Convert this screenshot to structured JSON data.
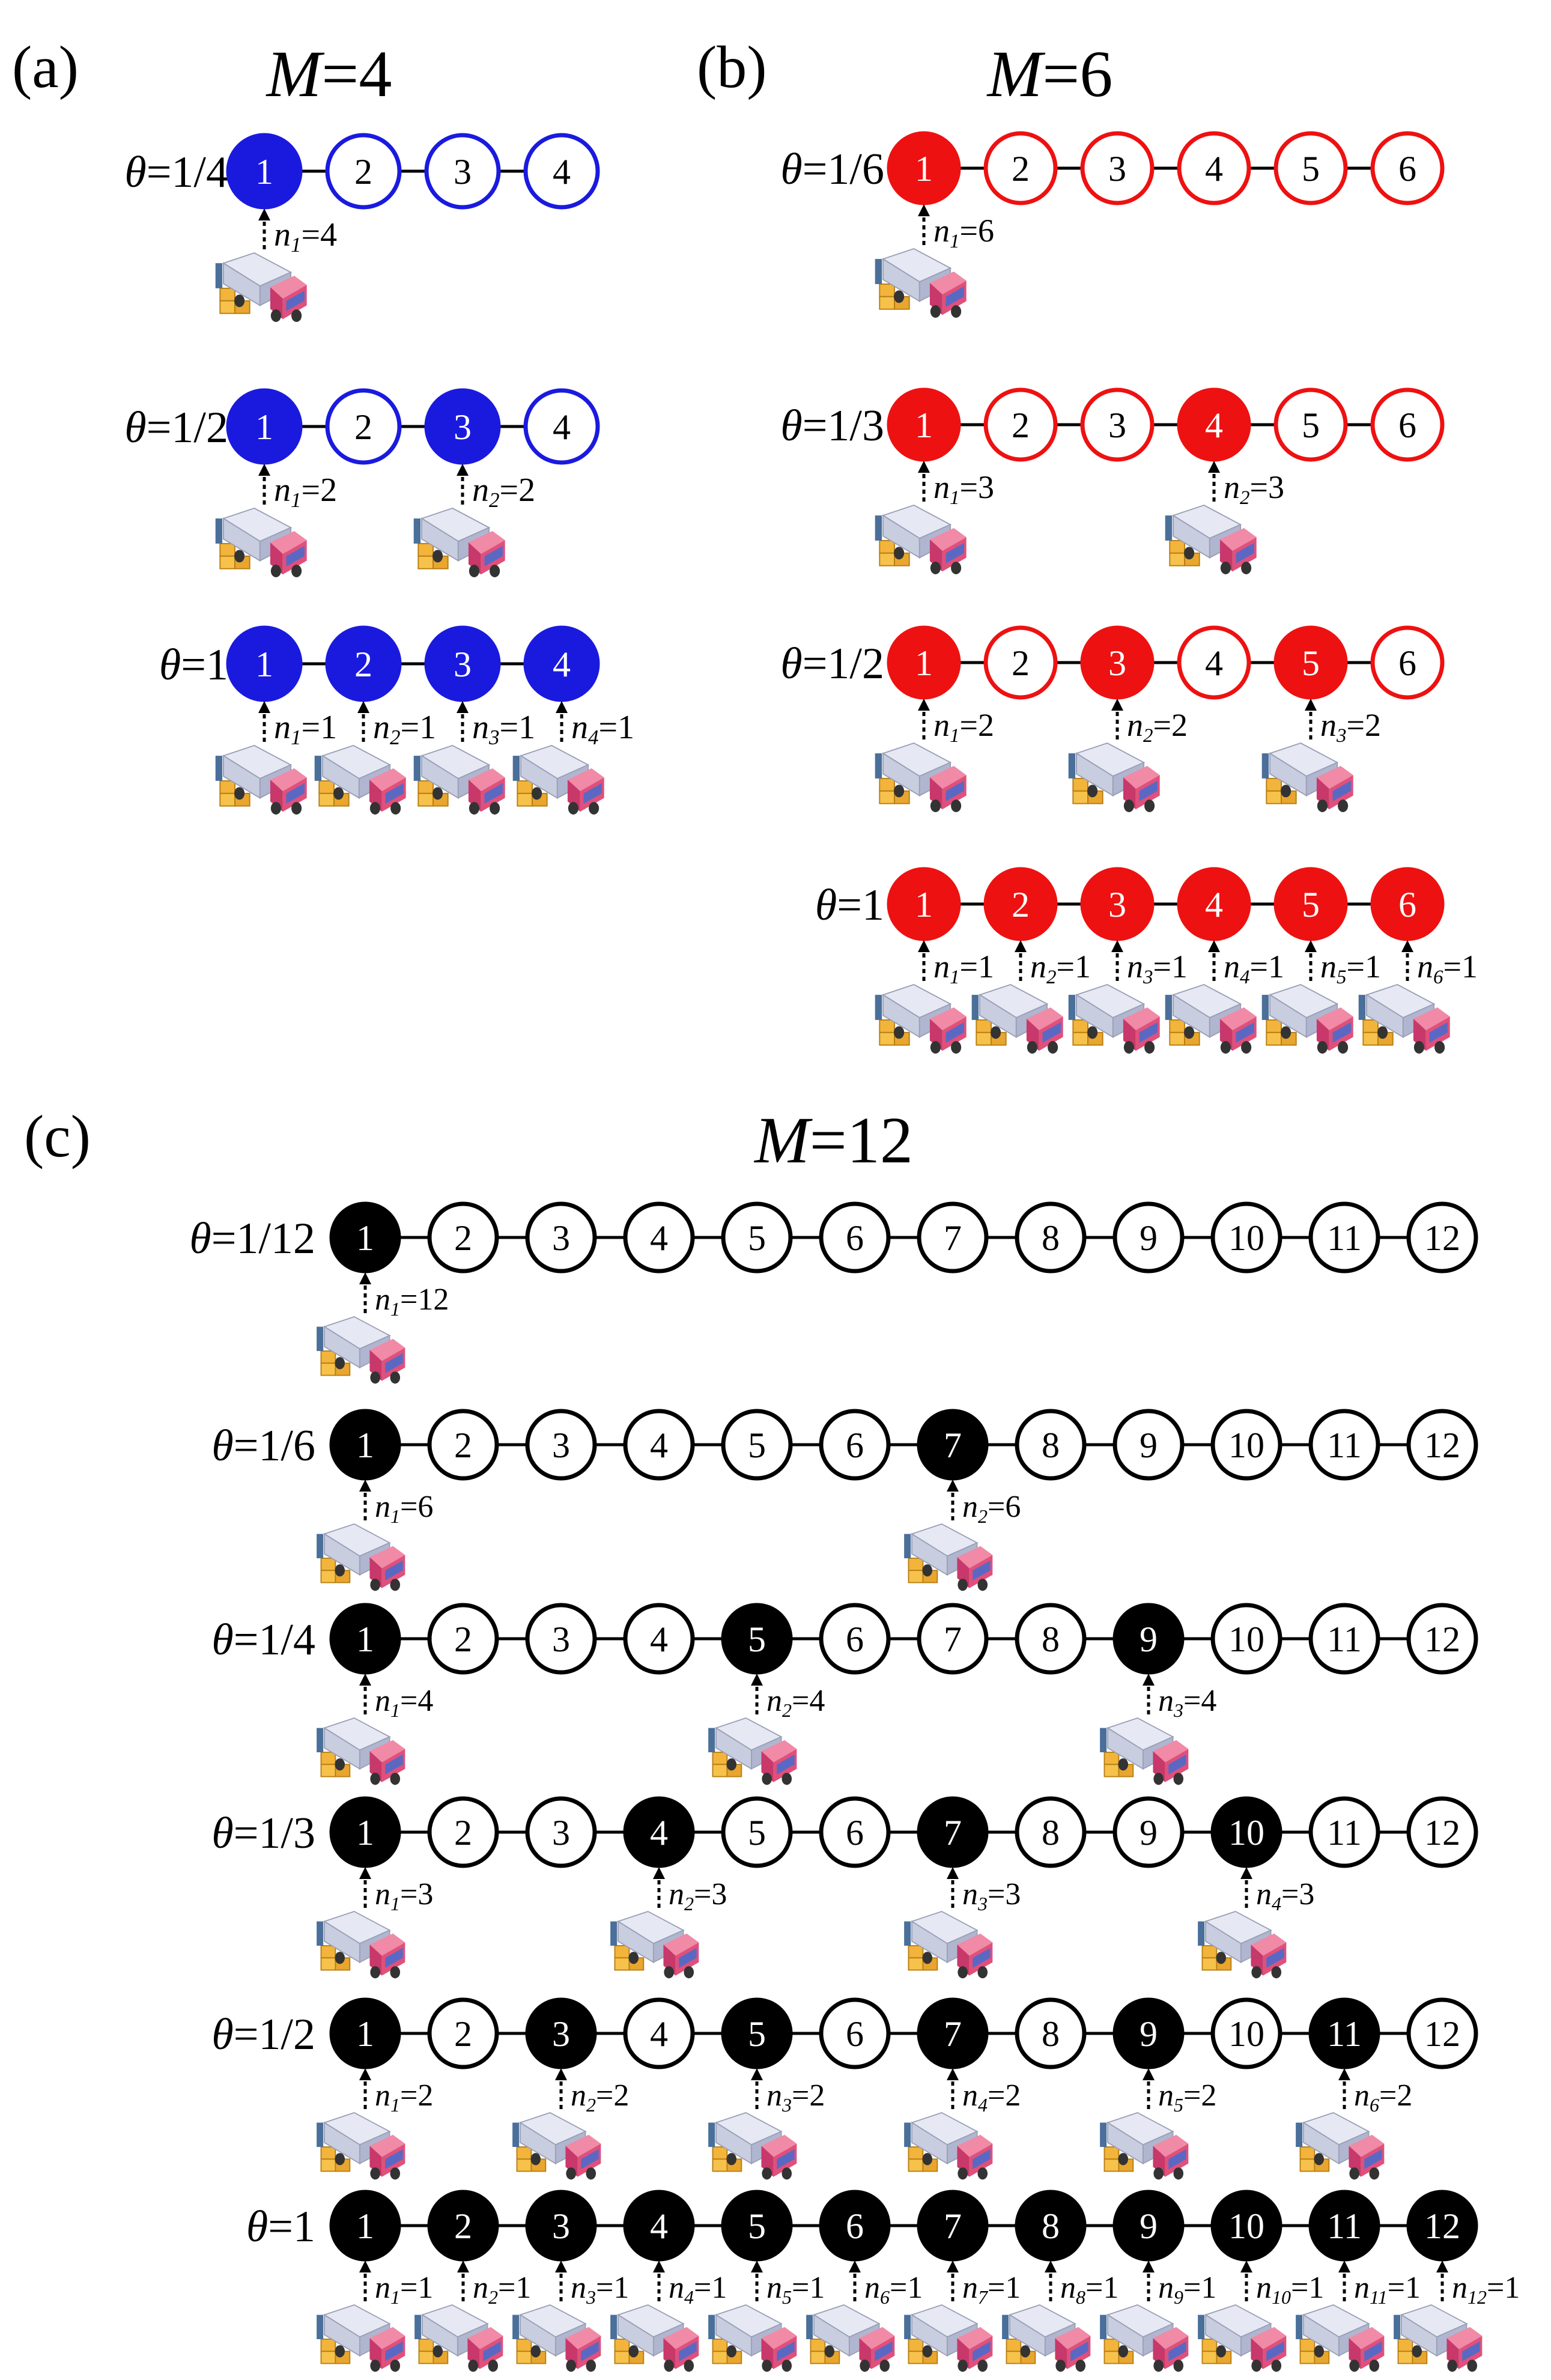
{
  "panels": [
    {
      "id": "a",
      "label": "(a)",
      "title_var": "M",
      "title_value": "=4",
      "color": "#1a1adf",
      "rows": [
        {
          "theta": "=1/4",
          "filled": [
            1
          ],
          "annotations": [
            {
              "node": 1,
              "sub": "1",
              "value": "=4"
            }
          ]
        },
        {
          "theta": "=1/2",
          "filled": [
            1,
            3
          ],
          "annotations": [
            {
              "node": 1,
              "sub": "1",
              "value": "=2"
            },
            {
              "node": 3,
              "sub": "2",
              "value": "=2"
            }
          ]
        },
        {
          "theta": "=1",
          "filled": [
            1,
            2,
            3,
            4
          ],
          "annotations": [
            {
              "node": 1,
              "sub": "1",
              "value": "=1"
            },
            {
              "node": 2,
              "sub": "2",
              "value": "=1"
            },
            {
              "node": 3,
              "sub": "3",
              "value": "=1"
            },
            {
              "node": 4,
              "sub": "4",
              "value": "=1"
            }
          ]
        }
      ]
    },
    {
      "id": "b",
      "label": "(b)",
      "title_var": "M",
      "title_value": "=6",
      "color": "#ee1111",
      "rows": [
        {
          "theta": "=1/6",
          "filled": [
            1
          ],
          "annotations": [
            {
              "node": 1,
              "sub": "1",
              "value": "=6"
            }
          ]
        },
        {
          "theta": "=1/3",
          "filled": [
            1,
            4
          ],
          "annotations": [
            {
              "node": 1,
              "sub": "1",
              "value": "=3"
            },
            {
              "node": 4,
              "sub": "2",
              "value": "=3"
            }
          ]
        },
        {
          "theta": "=1/2",
          "filled": [
            1,
            3,
            5
          ],
          "annotations": [
            {
              "node": 1,
              "sub": "1",
              "value": "=2"
            },
            {
              "node": 3,
              "sub": "2",
              "value": "=2"
            },
            {
              "node": 5,
              "sub": "3",
              "value": "=2"
            }
          ]
        },
        {
          "theta": "=1",
          "filled": [
            1,
            2,
            3,
            4,
            5,
            6
          ],
          "annotations": [
            {
              "node": 1,
              "sub": "1",
              "value": "=1"
            },
            {
              "node": 2,
              "sub": "2",
              "value": "=1"
            },
            {
              "node": 3,
              "sub": "3",
              "value": "=1"
            },
            {
              "node": 4,
              "sub": "4",
              "value": "=1"
            },
            {
              "node": 5,
              "sub": "5",
              "value": "=1"
            },
            {
              "node": 6,
              "sub": "6",
              "value": "=1"
            }
          ]
        }
      ]
    },
    {
      "id": "c",
      "label": "(c)",
      "title_var": "M",
      "title_value": "=12",
      "color": "#000000",
      "rows": [
        {
          "theta": "=1/12",
          "filled": [
            1
          ],
          "annotations": [
            {
              "node": 1,
              "sub": "1",
              "value": "=12"
            }
          ]
        },
        {
          "theta": "=1/6",
          "filled": [
            1,
            7
          ],
          "annotations": [
            {
              "node": 1,
              "sub": "1",
              "value": "=6"
            },
            {
              "node": 7,
              "sub": "2",
              "value": "=6"
            }
          ]
        },
        {
          "theta": "=1/4",
          "filled": [
            1,
            5,
            9
          ],
          "annotations": [
            {
              "node": 1,
              "sub": "1",
              "value": "=4"
            },
            {
              "node": 5,
              "sub": "2",
              "value": "=4"
            },
            {
              "node": 9,
              "sub": "3",
              "value": "=4"
            }
          ]
        },
        {
          "theta": "=1/3",
          "filled": [
            1,
            4,
            7,
            10
          ],
          "annotations": [
            {
              "node": 1,
              "sub": "1",
              "value": "=3"
            },
            {
              "node": 4,
              "sub": "2",
              "value": "=3"
            },
            {
              "node": 7,
              "sub": "3",
              "value": "=3"
            },
            {
              "node": 10,
              "sub": "4",
              "value": "=3"
            }
          ]
        },
        {
          "theta": "=1/2",
          "filled": [
            1,
            3,
            5,
            7,
            9,
            11
          ],
          "annotations": [
            {
              "node": 1,
              "sub": "1",
              "value": "=2"
            },
            {
              "node": 3,
              "sub": "2",
              "value": "=2"
            },
            {
              "node": 5,
              "sub": "3",
              "value": "=2"
            },
            {
              "node": 7,
              "sub": "4",
              "value": "=2"
            },
            {
              "node": 9,
              "sub": "5",
              "value": "=2"
            },
            {
              "node": 11,
              "sub": "6",
              "value": "=2"
            }
          ]
        },
        {
          "theta": "=1",
          "filled": [
            1,
            2,
            3,
            4,
            5,
            6,
            7,
            8,
            9,
            10,
            11,
            12
          ],
          "annotations": [
            {
              "node": 1,
              "sub": "1",
              "value": "=1"
            },
            {
              "node": 2,
              "sub": "2",
              "value": "=1"
            },
            {
              "node": 3,
              "sub": "3",
              "value": "=1"
            },
            {
              "node": 4,
              "sub": "4",
              "value": "=1"
            },
            {
              "node": 5,
              "sub": "5",
              "value": "=1"
            },
            {
              "node": 6,
              "sub": "6",
              "value": "=1"
            },
            {
              "node": 7,
              "sub": "7",
              "value": "=1"
            },
            {
              "node": 8,
              "sub": "8",
              "value": "=1"
            },
            {
              "node": 9,
              "sub": "9",
              "value": "=1"
            },
            {
              "node": 10,
              "sub": "10",
              "value": "=1"
            },
            {
              "node": 11,
              "sub": "11",
              "value": "=1"
            },
            {
              "node": 12,
              "sub": "12",
              "value": "=1"
            }
          ]
        }
      ]
    }
  ],
  "symbols": {
    "theta": "θ",
    "n": "n"
  },
  "icons": {
    "truck": "delivery-truck-icon"
  }
}
